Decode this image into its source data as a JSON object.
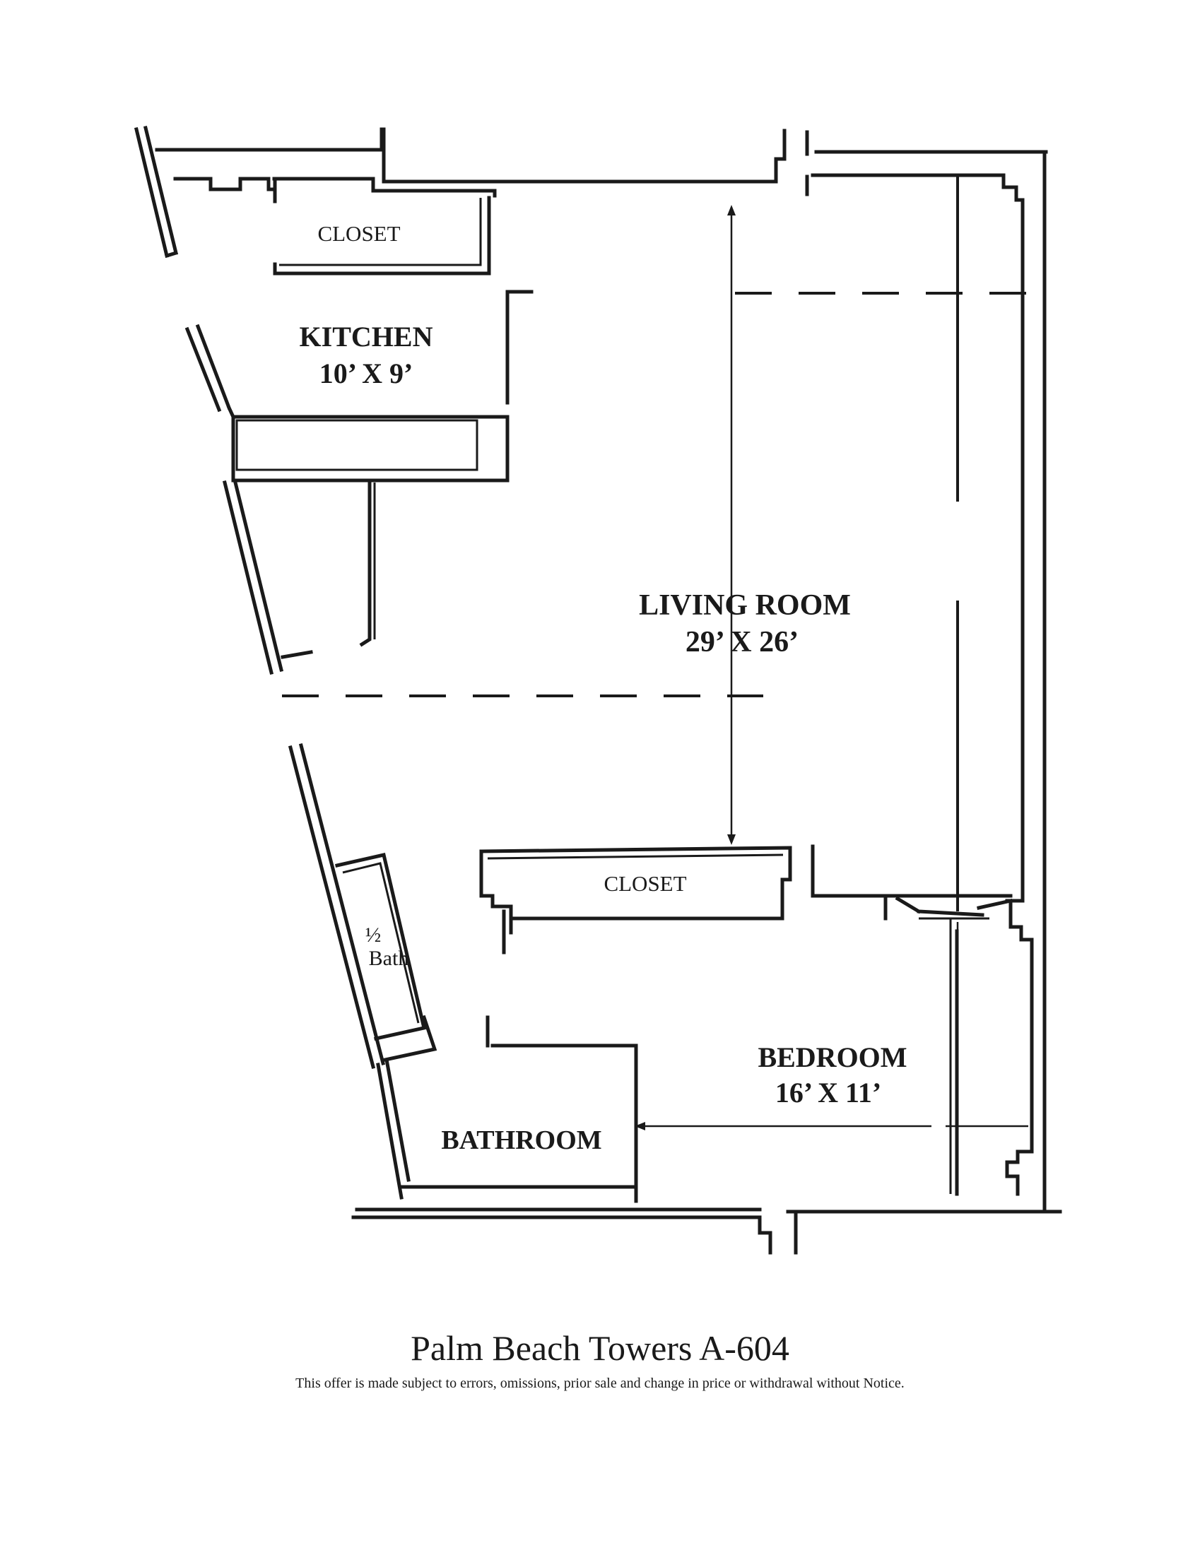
{
  "plan": {
    "rooms": {
      "kitchen": {
        "name": "KITCHEN",
        "size": "10’ X 9’"
      },
      "living_room": {
        "name": "LIVING ROOM",
        "size": "29’ X 26’"
      },
      "bedroom": {
        "name": "BEDROOM",
        "size": "16’ X 11’"
      },
      "bathroom": {
        "name": "BATHROOM"
      },
      "half_bath": {
        "line1": "½",
        "line2": "Bath"
      },
      "closet_top": {
        "name": "CLOSET"
      },
      "closet_middle": {
        "name": "CLOSET"
      }
    }
  },
  "footer": {
    "title": "Palm Beach Towers A-604",
    "disclaimer": "This offer is made subject to errors, omissions, prior sale and change in price or withdrawal without Notice."
  }
}
